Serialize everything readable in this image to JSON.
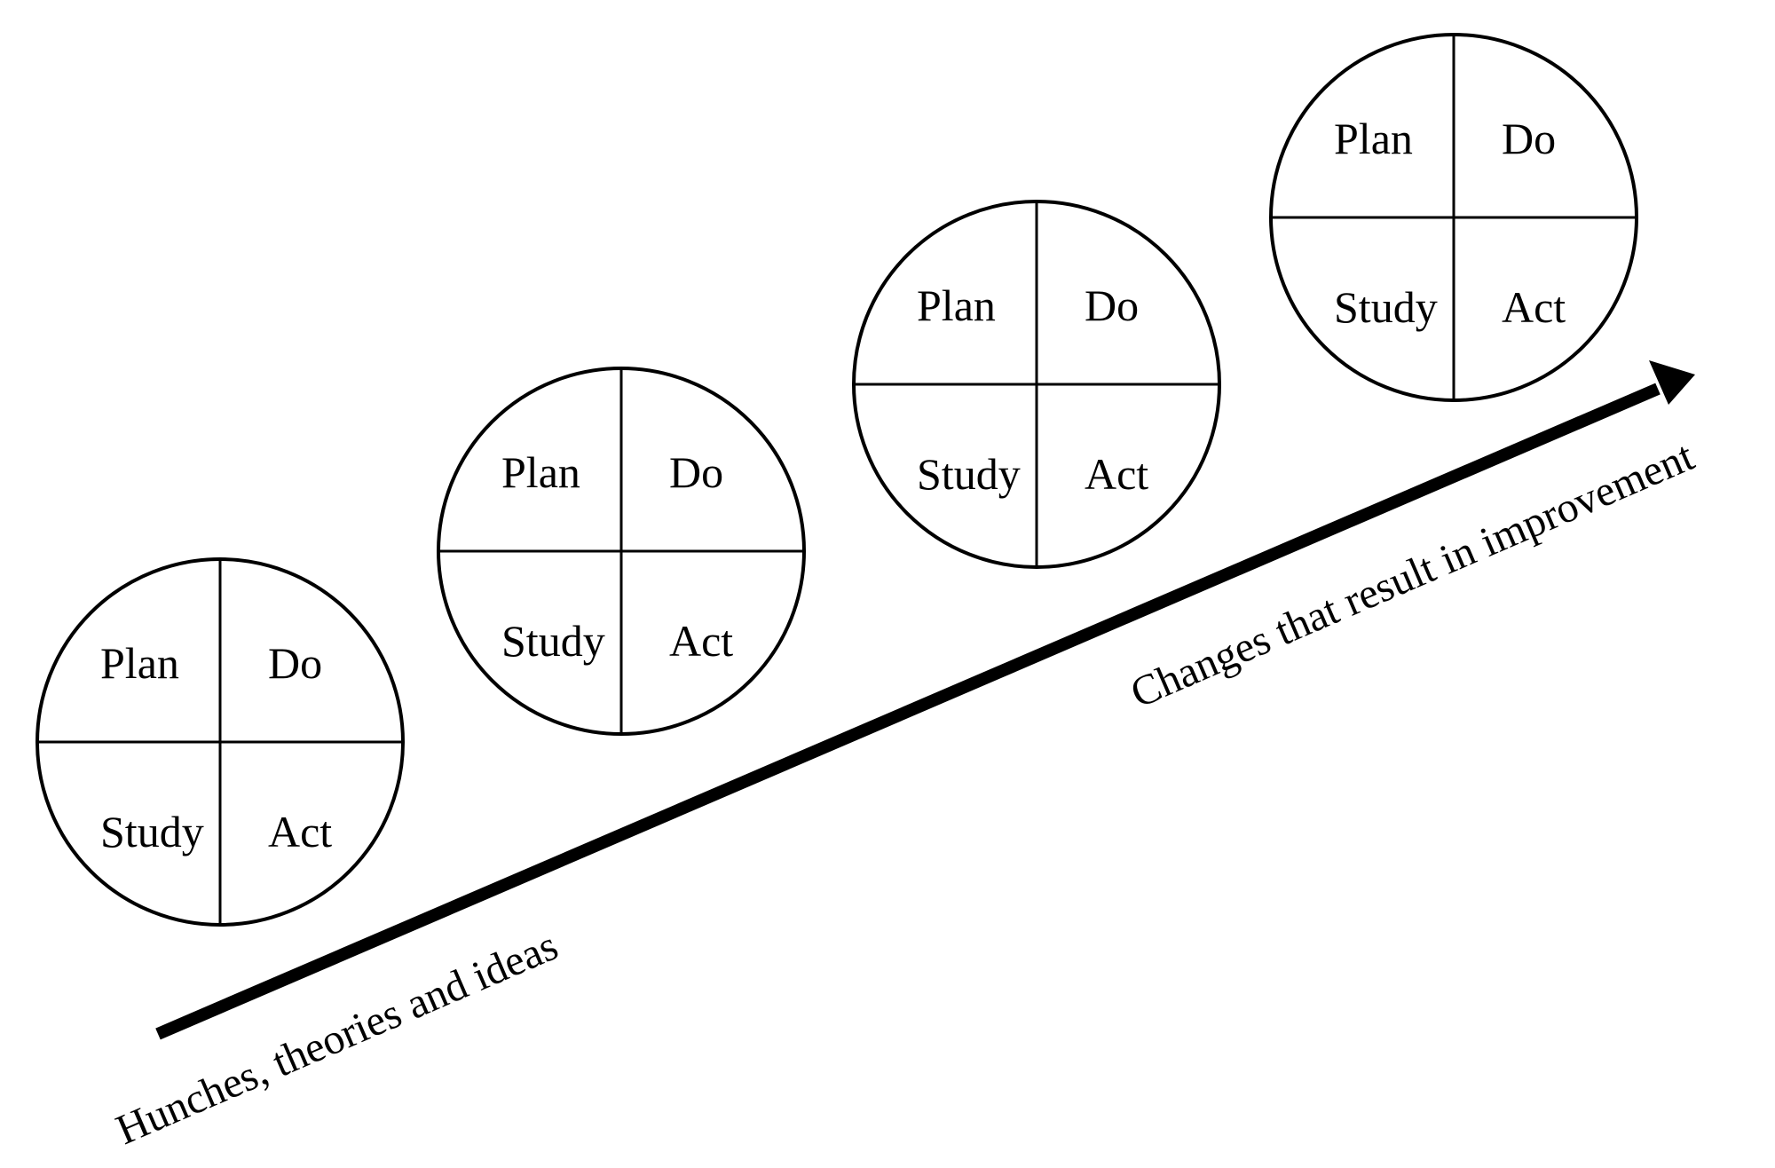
{
  "cycles": [
    {
      "plan": "Plan",
      "do": "Do",
      "study": "Study",
      "act": "Act"
    },
    {
      "plan": "Plan",
      "do": "Do",
      "study": "Study",
      "act": "Act"
    },
    {
      "plan": "Plan",
      "do": "Do",
      "study": "Study",
      "act": "Act"
    },
    {
      "plan": "Plan",
      "do": "Do",
      "study": "Study",
      "act": "Act"
    }
  ],
  "arrow": {
    "start_label": "Hunches, theories and ideas",
    "end_label": "Changes that result in improvement",
    "color": "#000000"
  }
}
